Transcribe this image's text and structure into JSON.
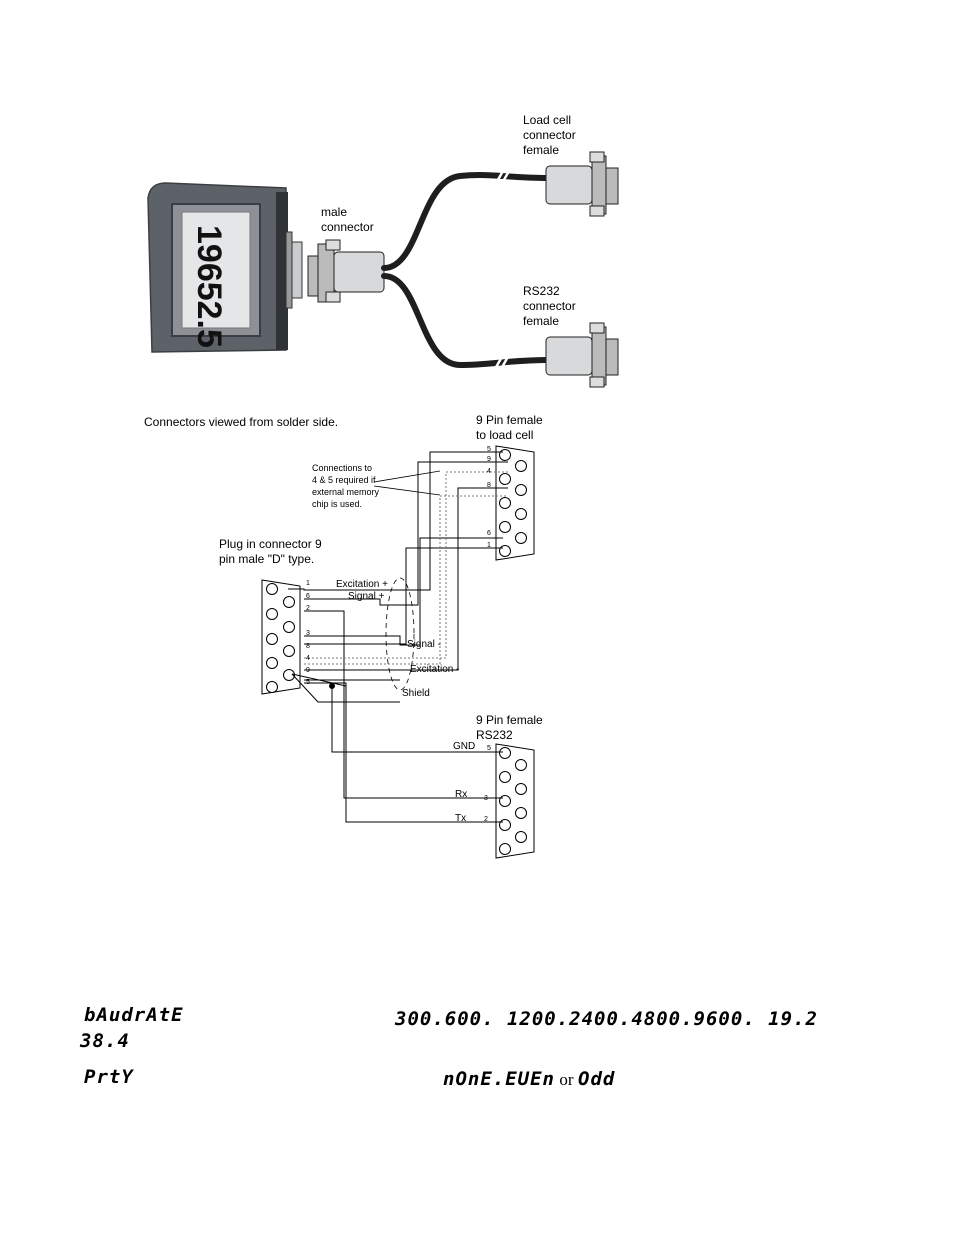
{
  "display": {
    "reading": "19652.5"
  },
  "labels": {
    "load_cell_connector": [
      "Load cell",
      "connector",
      "female"
    ],
    "male_connector": [
      "male",
      "connector"
    ],
    "rs232_connector": [
      "RS232",
      "connector",
      "female"
    ],
    "solder_side": "Connectors viewed from solder side.",
    "pin9_load_cell": [
      "9 Pin female",
      "to load cell"
    ],
    "memory_note": [
      "Connections to",
      "4 & 5 required if",
      "external memory",
      "chip is used."
    ],
    "plug_in": [
      "Plug in connector 9",
      "pin male \"D\" type."
    ],
    "pin9_rs232": [
      "9 Pin female",
      "RS232"
    ]
  },
  "signals": {
    "excitation_plus": "Excitation +",
    "signal_plus": "Signal +",
    "signal_minus": "Signal -",
    "excitation_minus": "Excitation -",
    "shield": "Shield",
    "gnd": "GND",
    "rx": "Rx",
    "tx": "Tx"
  },
  "pins": {
    "male": [
      "1",
      "6",
      "2",
      "3",
      "8",
      "4",
      "9",
      "5"
    ],
    "load_cell": [
      "5",
      "9",
      "4",
      "8",
      "6",
      "1"
    ],
    "rs232": [
      "5",
      "3",
      "2"
    ]
  },
  "settings": [
    {
      "name": "bAudrAtE",
      "name_cont": "38.4",
      "options": "300.600. 1200.2400.4800.9600. 19.2",
      "or_word": ""
    },
    {
      "name": "PrtY",
      "name_cont": "",
      "options": "nOnE.EUEn",
      "or_word": "or",
      "last_option": "Odd"
    }
  ]
}
